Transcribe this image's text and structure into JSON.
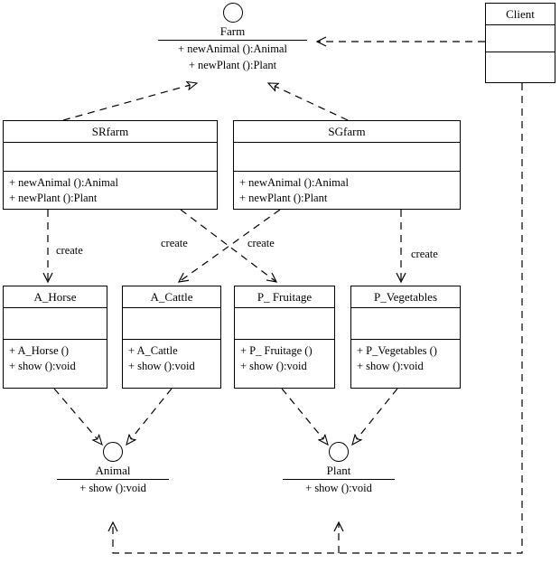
{
  "diagram": {
    "title": "Abstract Factory UML class diagram",
    "stroke_color": "#000000",
    "background_color": "#ffffff"
  },
  "interfaces": [
    {
      "id": "farm",
      "name": "Farm",
      "operations": [
        "+ newAnimal ():Animal",
        "+ newPlant ():Plant"
      ]
    },
    {
      "id": "animal",
      "name": "Animal",
      "operations": [
        "+ show ():void"
      ]
    },
    {
      "id": "plant",
      "name": "Plant",
      "operations": [
        "+ show ():void"
      ]
    }
  ],
  "classes": [
    {
      "id": "srfarm",
      "name": "SRfarm",
      "attributes": [],
      "operations": [
        "+ newAnimal ():Animal",
        "+ newPlant ():Plant"
      ]
    },
    {
      "id": "sgfarm",
      "name": "SGfarm",
      "attributes": [],
      "operations": [
        "+ newAnimal ():Animal",
        "+ newPlant ():Plant"
      ]
    },
    {
      "id": "a_horse",
      "name": "A_Horse",
      "attributes": [],
      "operations": [
        "+ A_Horse ()",
        "+ show ():void"
      ]
    },
    {
      "id": "a_cattle",
      "name": "A_Cattle",
      "attributes": [],
      "operations": [
        "+ A_Cattle",
        "+ show ():void"
      ]
    },
    {
      "id": "p_fruitage",
      "name": "P_ Fruitage",
      "attributes": [],
      "operations": [
        "+ P_ Fruitage ()",
        "+ show ():void"
      ]
    },
    {
      "id": "p_vegetables",
      "name": "P_Vegetables",
      "attributes": [],
      "operations": [
        "+ P_Vegetables ()",
        "+ show ():void"
      ]
    },
    {
      "id": "client",
      "name": "Client",
      "attributes": [],
      "operations": []
    }
  ],
  "edge_labels": {
    "create_srfarm_horse": "create",
    "create_srfarm_fruitage": "create",
    "create_sgfarm_cattle": "create",
    "create_sgfarm_vegetables": "create"
  }
}
